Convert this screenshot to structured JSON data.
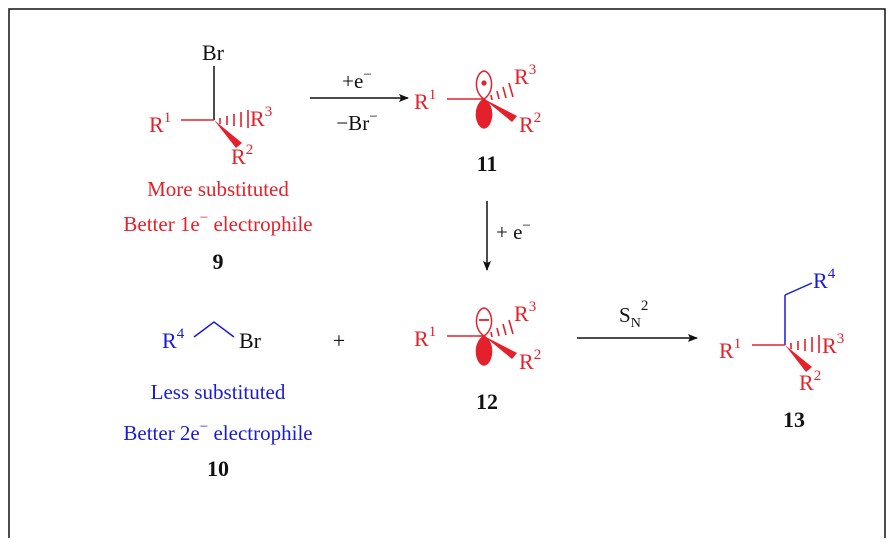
{
  "colors": {
    "red": "#e3202b",
    "blue": "#1a1ad6",
    "black": "#111111"
  },
  "compound_9": {
    "br": "Br",
    "r1": "R",
    "r1_sup": "1",
    "r2": "R",
    "r2_sup": "2",
    "r3": "R",
    "r3_sup": "3",
    "desc_line1": "More substituted",
    "desc_line2_a": "Better 1e",
    "desc_line2_sup": "−",
    "desc_line2_b": " electrophile",
    "label": "9"
  },
  "arrow_1": {
    "top_a": "+e",
    "top_sup": "−",
    "bottom_a": "−Br",
    "bottom_sup": "−"
  },
  "compound_11": {
    "r1": "R",
    "r1_sup": "1",
    "r2": "R",
    "r2_sup": "2",
    "r3": "R",
    "r3_sup": "3",
    "label": "11"
  },
  "arrow_2": {
    "label_a": "+ e",
    "label_sup": "−"
  },
  "compound_10": {
    "r4": "R",
    "r4_sup": "4",
    "br": "Br",
    "desc_line1": "Less substituted",
    "desc_line2_a": "Better 2e",
    "desc_line2_sup": "−",
    "desc_line2_b": " electrophile",
    "label": "10"
  },
  "plus_sign": "+",
  "compound_12": {
    "r1": "R",
    "r1_sup": "1",
    "r2": "R",
    "r2_sup": "2",
    "r3": "R",
    "r3_sup": "3",
    "label": "12"
  },
  "arrow_3": {
    "label_s": "S",
    "label_sub": "N",
    "label_sup": "2"
  },
  "compound_13": {
    "r1": "R",
    "r1_sup": "1",
    "r2": "R",
    "r2_sup": "2",
    "r3": "R",
    "r3_sup": "3",
    "r4": "R",
    "r4_sup": "4",
    "label": "13"
  }
}
